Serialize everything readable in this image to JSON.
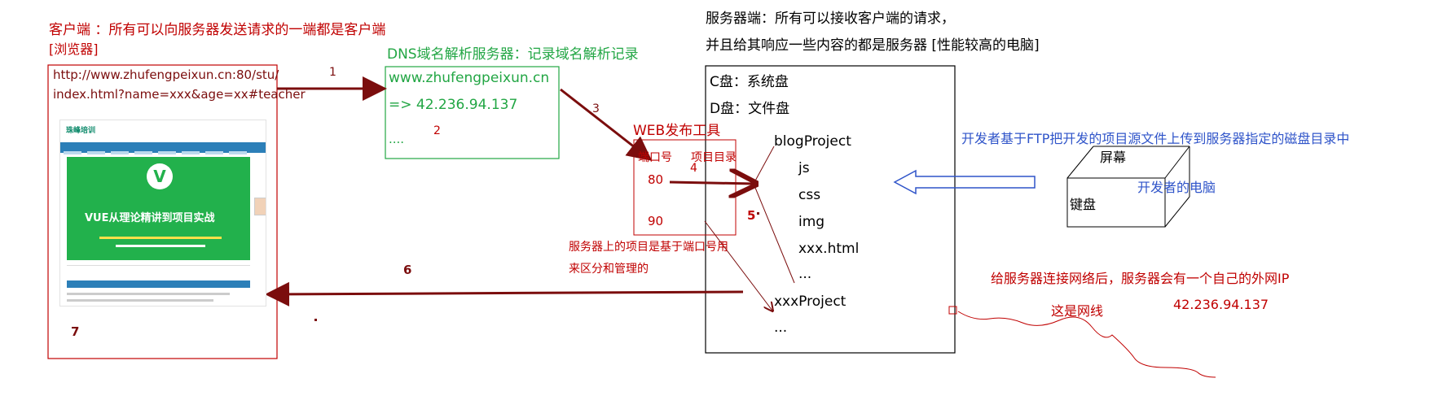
{
  "client": {
    "heading": "客户端 ：所有可以向服务器发送请求的一端都是客户端",
    "browser_tag": "[浏览器]",
    "url_line1": "http://www.zhufengpeixun.cn:80/stu/",
    "url_line2": "index.html?name=xxx&age=xx#teacher",
    "website": {
      "logo_text": "珠峰培训",
      "badge_glyph": "V",
      "banner_title": "VUE从理论精讲到项目实战"
    }
  },
  "dns": {
    "heading": "DNS域名解析服务器：记录域名解析记录",
    "domain": "www.zhufengpeixun.cn",
    "ip_line": "=> 42.236.94.137",
    "more": "...."
  },
  "server": {
    "heading_line1": "服务器端：所有可以接收客户端的请求，",
    "heading_line2": "并且给其响应一些内容的都是服务器 [性能较高的电脑]",
    "drive_c": "C盘：系统盘",
    "drive_d": "D盘：文件盘",
    "project1": "blogProject",
    "files": [
      "js",
      "css",
      "img",
      "xxx.html",
      "..."
    ],
    "project2": "xxxProject",
    "more": "..."
  },
  "web_tool": {
    "title": "WEB发布工具",
    "col_port": "端口号",
    "col_dir": "项目目录",
    "port1": "80",
    "port2": "90"
  },
  "notes": {
    "port_note_line1": "服务器上的项目是基于端口号用",
    "port_note_line2": "来区分和管理的",
    "ftp_note": "开发者基于FTP把开发的项目源文件上传到服务器指定的磁盘目录中",
    "dev_pc": "开发者的电脑",
    "screen": "屏幕",
    "keyboard": "键盘",
    "network_note": "给服务器连接网络后，服务器会有一个自己的外网IP",
    "public_ip": "42.236.94.137",
    "cable_note": "这是网线"
  },
  "steps": {
    "s1": "1",
    "s2": "2",
    "s3": "3",
    "s4": "4",
    "s5": "5",
    "s6": "6",
    "s7": "7"
  },
  "colors": {
    "dark_red": "#7b0d0d",
    "red": "#c00000",
    "green": "#22a644",
    "blue": "#2f54c9"
  }
}
